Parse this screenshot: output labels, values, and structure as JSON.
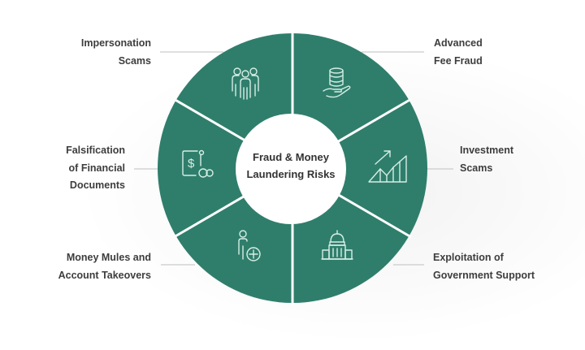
{
  "diagram": {
    "title": "Fraud & Money Laundering Risks",
    "center_lines": [
      "Fraud & Money",
      "Laundering Risks"
    ],
    "colors": {
      "segment_fill": "#2f7e6c",
      "divider": "#ffffff",
      "icon_stroke": "#d6eee5",
      "label_text": "#3d3d3d",
      "connector": "#c9cccb"
    },
    "segments": [
      {
        "id": "impersonation",
        "lines": [
          "Impersonation",
          "Scams"
        ],
        "icon": "people-group-icon",
        "side": "left"
      },
      {
        "id": "advanced-fee",
        "lines": [
          "Advanced",
          "Fee Fraud"
        ],
        "icon": "coins-in-hand-icon",
        "side": "right"
      },
      {
        "id": "falsification",
        "lines": [
          "Falsification",
          "of Financial",
          "Documents"
        ],
        "icon": "dollar-document-icon",
        "side": "left"
      },
      {
        "id": "investment",
        "lines": [
          "Investment",
          "Scams"
        ],
        "icon": "growth-chart-icon",
        "side": "right"
      },
      {
        "id": "money-mules",
        "lines": [
          "Money Mules and",
          "Account Takeovers"
        ],
        "icon": "person-add-icon",
        "side": "left"
      },
      {
        "id": "government",
        "lines": [
          "Exploitation of",
          "Government Support"
        ],
        "icon": "capitol-building-icon",
        "side": "right"
      }
    ]
  }
}
